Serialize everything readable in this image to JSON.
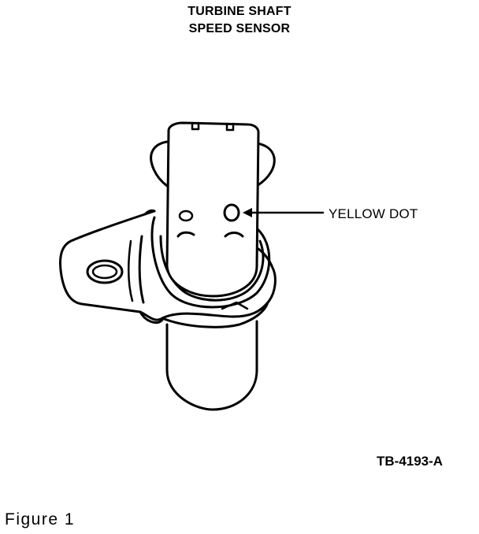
{
  "diagram": {
    "title_lines": [
      "TURBINE SHAFT",
      "SPEED SENSOR"
    ],
    "callout": "YELLOW DOT",
    "figure_id": "TB-4193-A"
  },
  "caption": "Figure 1"
}
